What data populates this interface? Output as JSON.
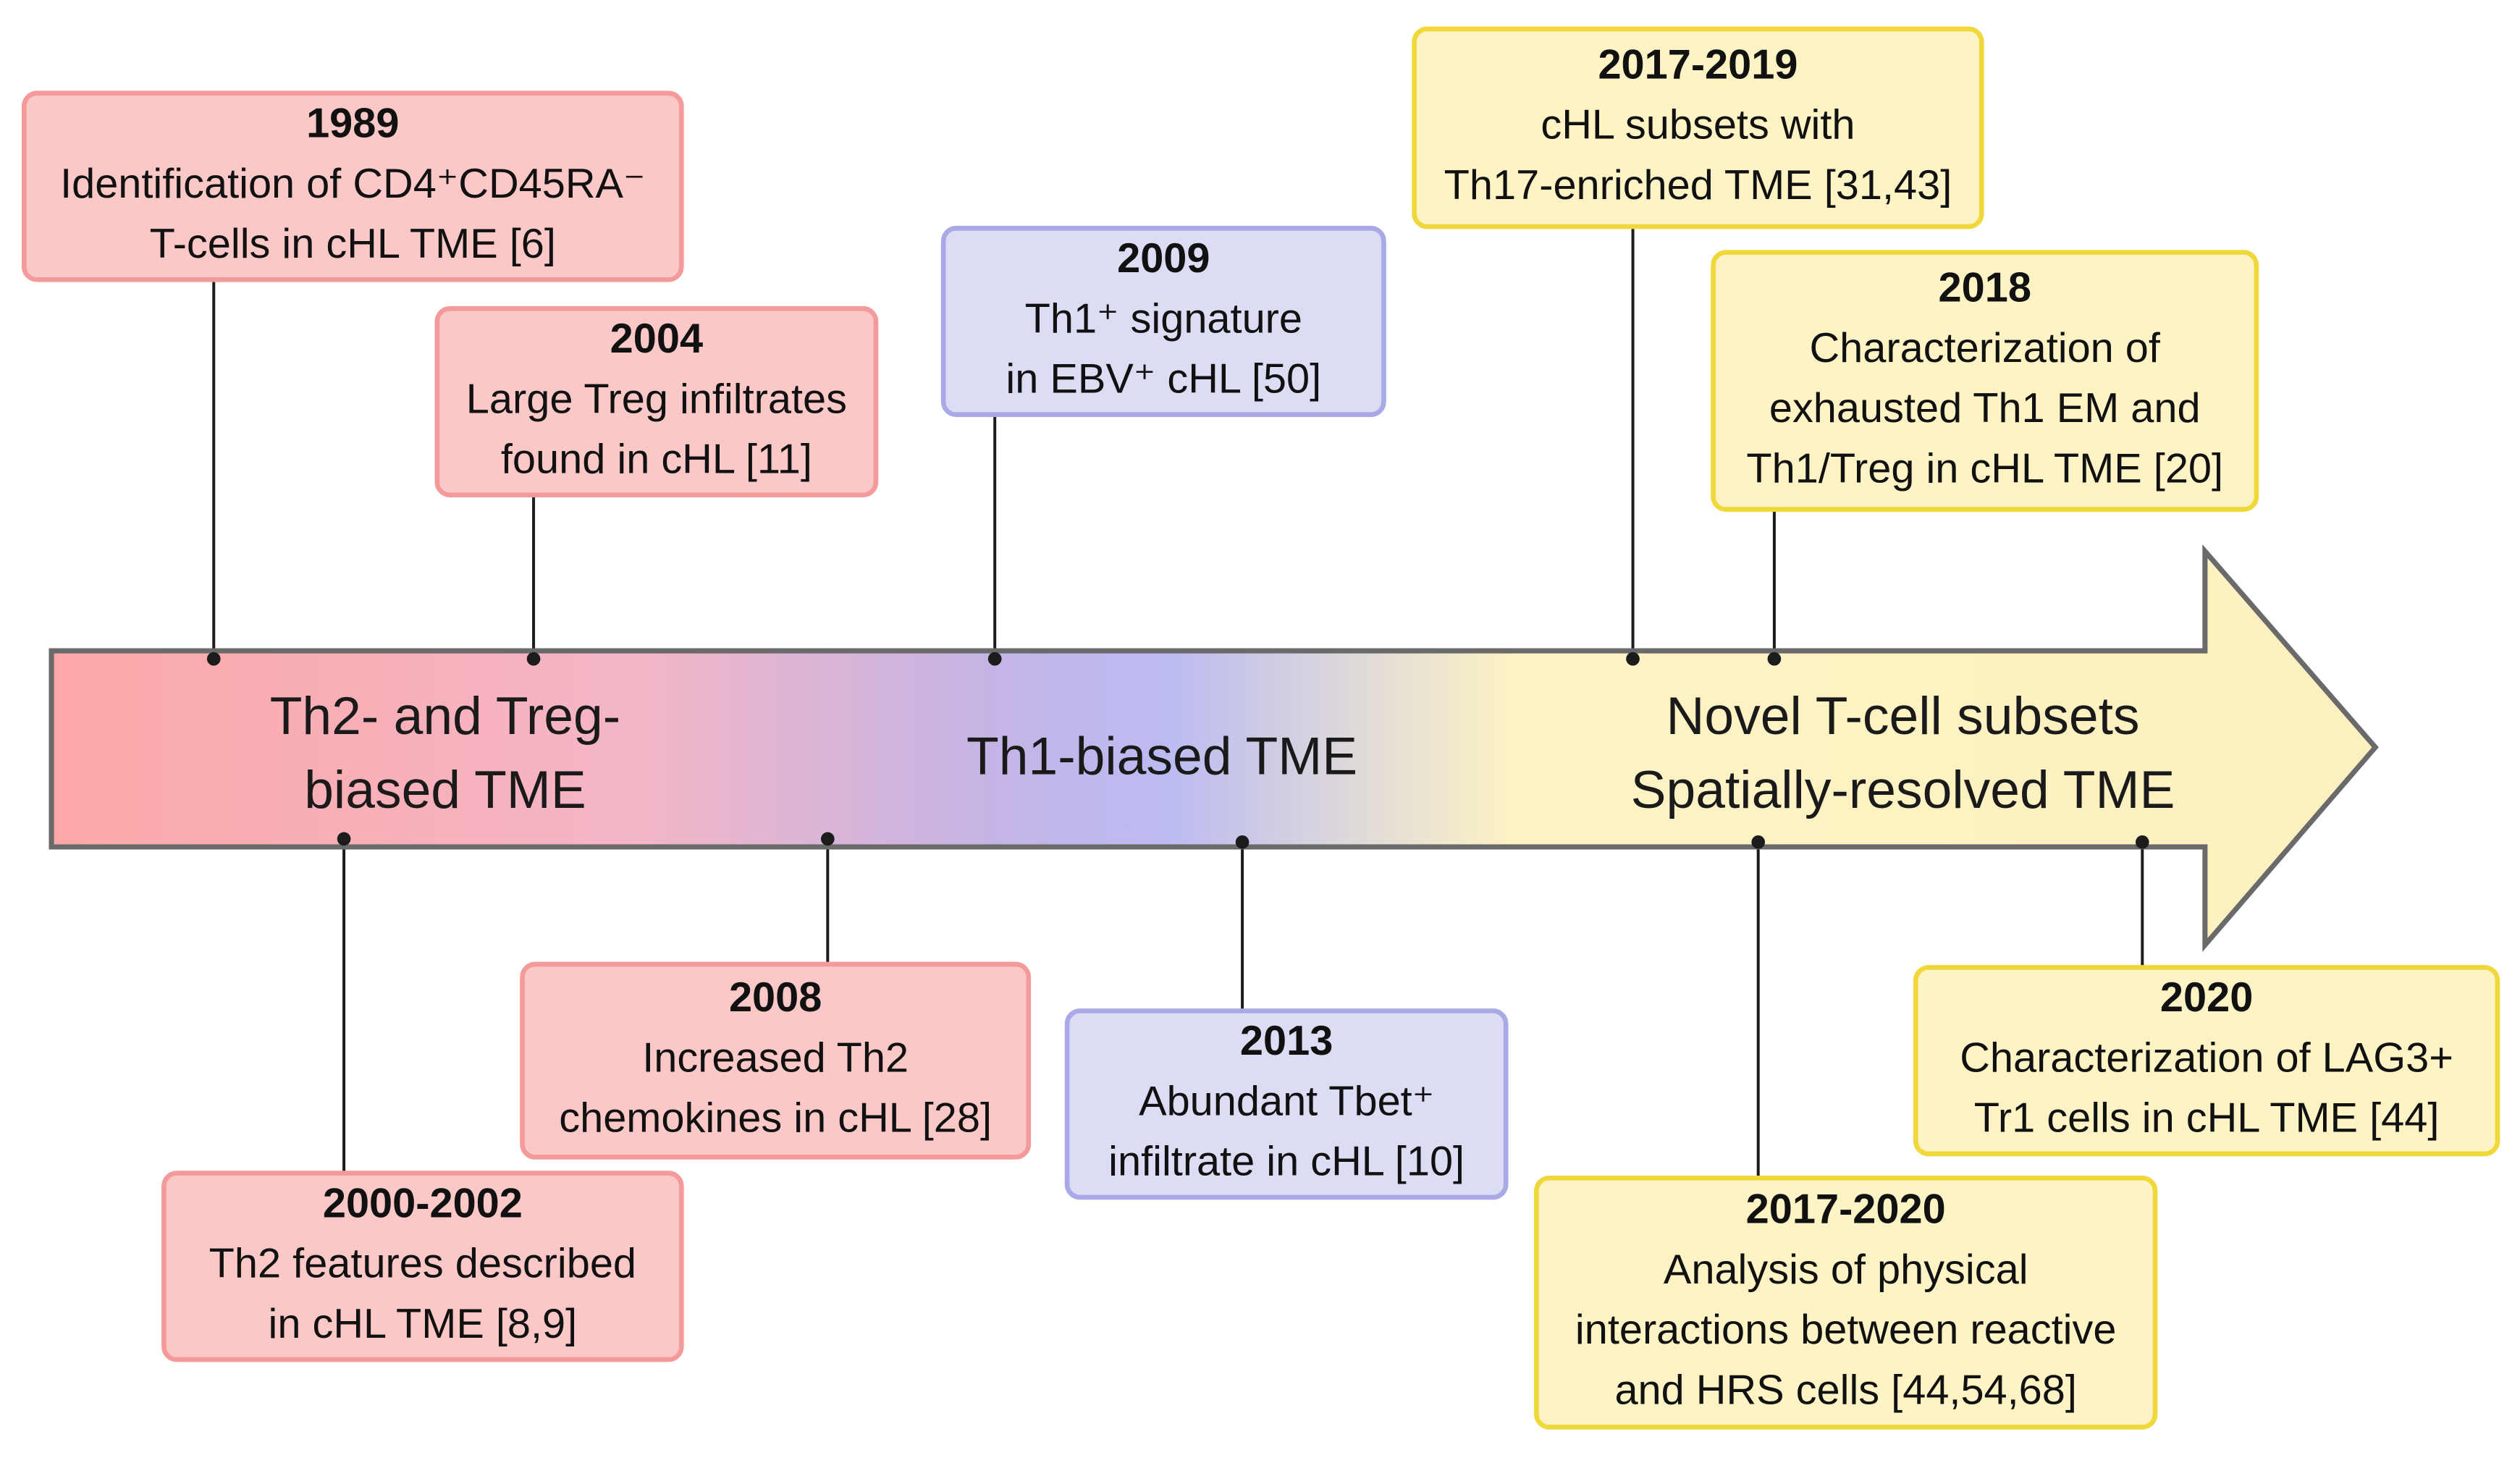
{
  "bands": [
    {
      "id": "band-th2",
      "lines": [
        "Th2- and Treg-",
        "biased TME"
      ]
    },
    {
      "id": "band-th1",
      "lines": [
        "Th1-biased TME"
      ]
    },
    {
      "id": "band-novel",
      "lines": [
        "Novel T-cell subsets",
        "Spatially-resolved TME"
      ]
    }
  ],
  "colors": {
    "red_fill": "#fbc8c8",
    "red_stroke": "#f49a9a",
    "blue_fill": "#dcdcf4",
    "blue_stroke": "#a9a9e6",
    "yellow_fill": "#fdf3c4",
    "yellow_stroke": "#f0d83a",
    "arrow_outline": "#6a6a6a",
    "gradient": [
      "#fca8a8",
      "#f4b6c6",
      "#c5b4e4",
      "#bbbbf2",
      "#fdf3c4",
      "#fdf0c0"
    ]
  },
  "events": [
    {
      "id": "event-1989",
      "year": "1989",
      "lines": [
        "Identification of CD4⁺CD45RA⁻",
        "T-cells in cHL TME [6]"
      ],
      "color": "red"
    },
    {
      "id": "event-2004",
      "year": "2004",
      "lines": [
        "Large Treg infiltrates",
        "found in cHL [11]"
      ],
      "color": "red"
    },
    {
      "id": "event-2009",
      "year": "2009",
      "lines": [
        "Th1⁺ signature",
        "in EBV⁺ cHL [50]"
      ],
      "color": "blue"
    },
    {
      "id": "event-2017-2019",
      "year": "2017-2019",
      "lines": [
        "cHL subsets with",
        "Th17-enriched TME [31,43]"
      ],
      "color": "yellow"
    },
    {
      "id": "event-2018",
      "year": "2018",
      "lines": [
        "Characterization of",
        "exhausted Th1 EM and",
        "Th1/Treg in cHL TME [20]"
      ],
      "color": "yellow"
    },
    {
      "id": "event-2000-2002",
      "year": "2000-2002",
      "lines": [
        "Th2 features described",
        "in cHL TME [8,9]"
      ],
      "color": "red"
    },
    {
      "id": "event-2008",
      "year": "2008",
      "lines": [
        "Increased Th2",
        "chemokines in cHL [28]"
      ],
      "color": "red"
    },
    {
      "id": "event-2013",
      "year": "2013",
      "lines": [
        "Abundant Tbet⁺",
        "infiltrate in cHL [10]"
      ],
      "color": "blue"
    },
    {
      "id": "event-2017-2020",
      "year": "2017-2020",
      "lines": [
        "Analysis of physical",
        "interactions between reactive",
        "and HRS cells [44,54,68]"
      ],
      "color": "yellow"
    },
    {
      "id": "event-2020",
      "year": "2020",
      "lines": [
        "Characterization of LAG3+",
        "Tr1 cells in cHL TME [44]"
      ],
      "color": "yellow"
    }
  ]
}
